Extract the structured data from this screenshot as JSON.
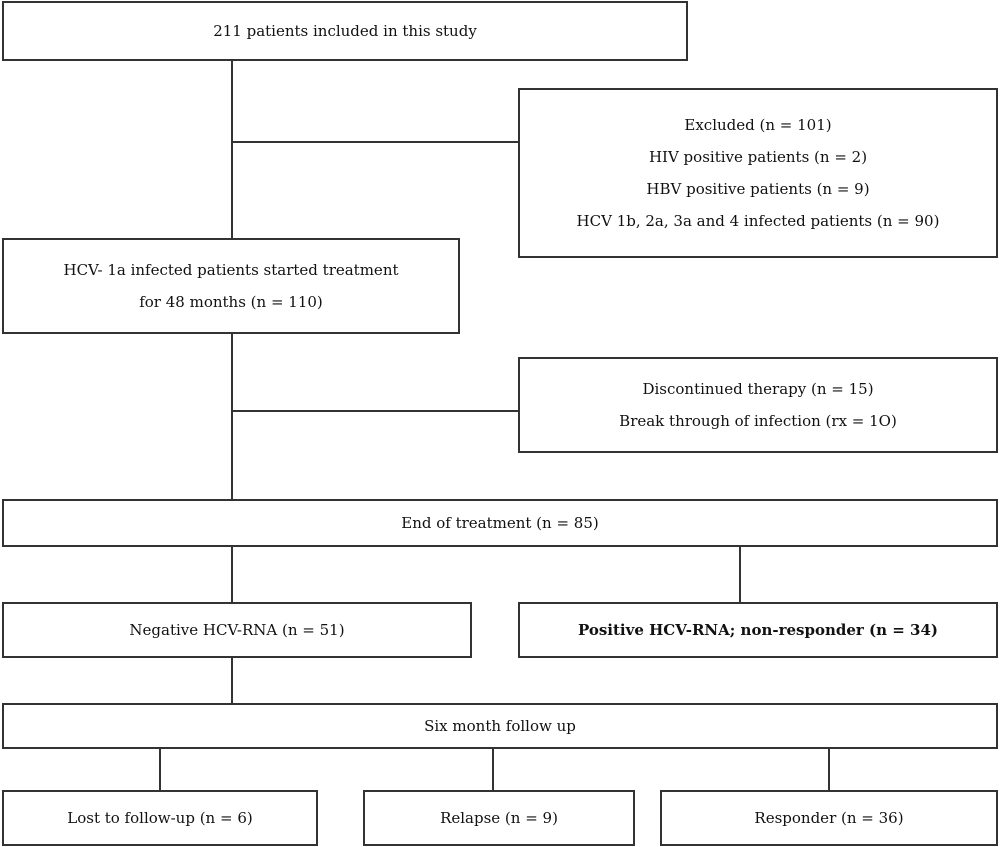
{
  "flowchart": {
    "enrolled": {
      "text": "211 patients included in this study"
    },
    "excluded": {
      "lines": [
        "Excluded (n = 101)",
        "HIV positive patients (n = 2)",
        "HBV positive patients (n = 9)",
        "HCV 1b, 2a, 3a and 4 infected patients (n = 90)"
      ]
    },
    "started_treatment": {
      "lines": [
        "HCV- 1a infected patients started treatment",
        "for 48 months (n = 110)"
      ]
    },
    "discontinued": {
      "lines": [
        "Discontinued therapy (n = 15)",
        "Break through of infection (rx = 1O)"
      ]
    },
    "end_of_treatment": {
      "text": "End of treatment (n = 85)"
    },
    "negative_rna": {
      "text": "Negative HCV-RNA (n = 51)"
    },
    "positive_rna": {
      "text": "Positive HCV-RNA; non-responder (n = 34)"
    },
    "follow_up": {
      "text": "Six month follow up"
    },
    "outcomes": {
      "lost": "Lost to follow-up (n = 6)",
      "relapse": "Relapse (n = 9)",
      "responder": "Responder (n = 36)"
    }
  },
  "colors": {
    "border": "#333333",
    "text": "#111111",
    "background": "#ffffff"
  }
}
